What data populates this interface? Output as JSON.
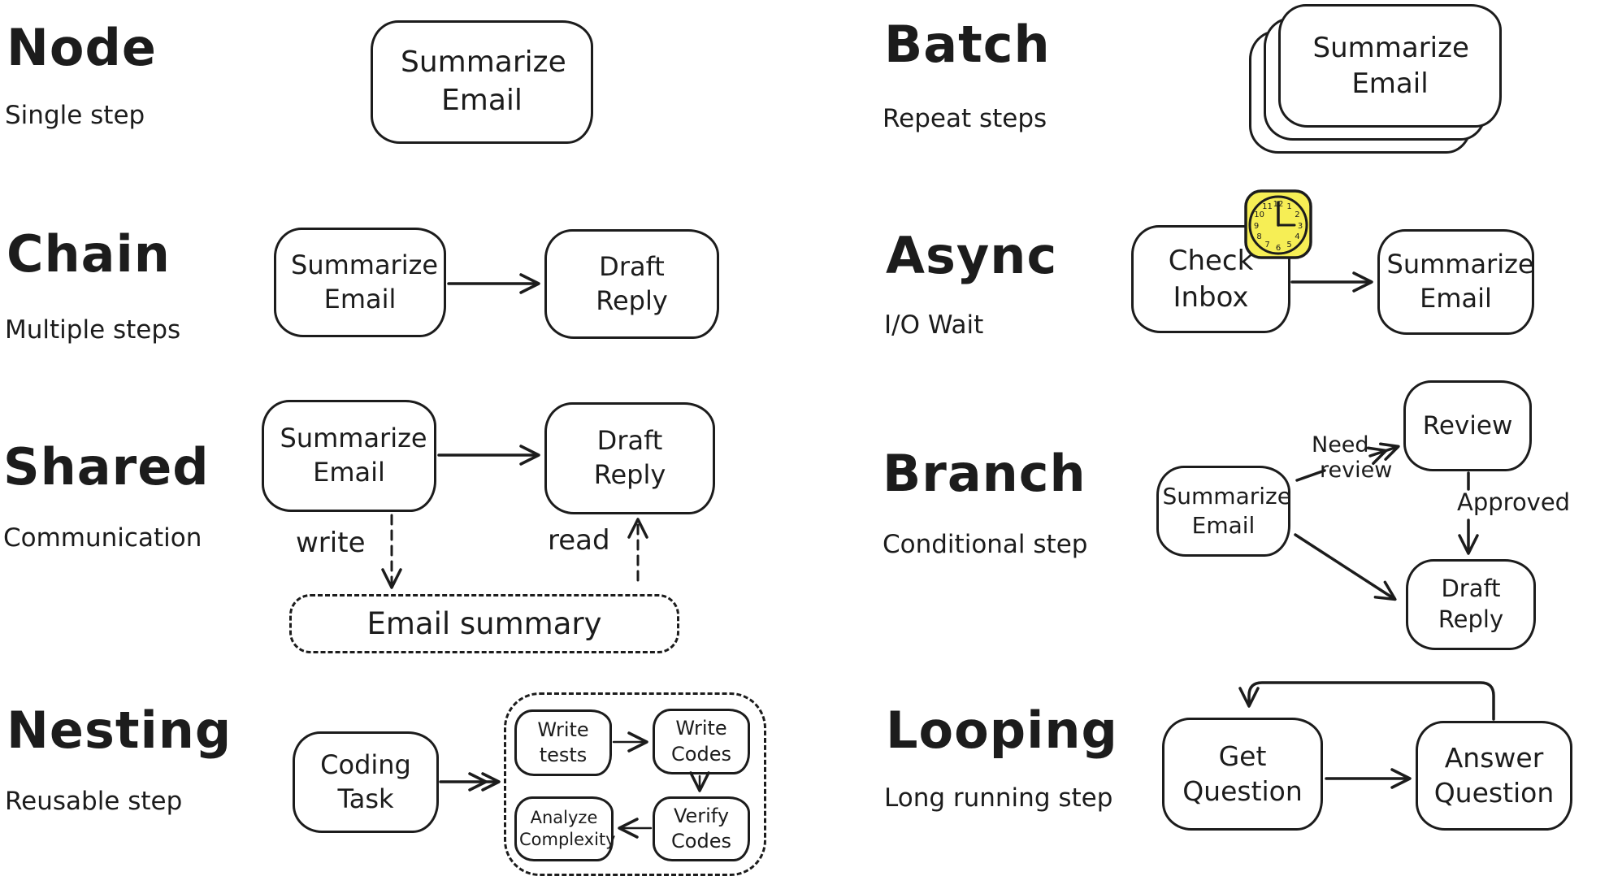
{
  "colors": {
    "stroke": "#1c1c1c",
    "background": "#ffffff",
    "clock_fill": "#f6ee55"
  },
  "sections": {
    "node": {
      "title": "Node",
      "subtitle": "Single step",
      "box": "Summarize Email"
    },
    "chain": {
      "title": "Chain",
      "subtitle": "Multiple steps",
      "boxes": [
        "Summarize Email",
        "Draft Reply"
      ]
    },
    "shared": {
      "title": "Shared",
      "subtitle": "Communication",
      "boxes": [
        "Summarize Email",
        "Draft Reply"
      ],
      "write_label": "write",
      "read_label": "read",
      "store_label": "Email summary"
    },
    "nesting": {
      "title": "Nesting",
      "subtitle": "Reusable step",
      "task_box": "Coding Task",
      "inner_boxes": [
        "Write tests",
        "Write Codes",
        "Analyze Complexity",
        "Verify Codes"
      ]
    },
    "batch": {
      "title": "Batch",
      "subtitle": "Repeat steps",
      "box": "Summarize Email"
    },
    "async": {
      "title": "Async",
      "subtitle": "I/O Wait",
      "boxes": [
        "Check Inbox",
        "Summarize Email"
      ],
      "clock_numbers": [
        "12",
        "1",
        "2",
        "3",
        "4",
        "5",
        "6",
        "7",
        "8",
        "9",
        "10",
        "11"
      ]
    },
    "branch": {
      "title": "Branch",
      "subtitle": "Conditional step",
      "source_box": "Summarize Email",
      "review_box": "Review",
      "reply_box": "Draft Reply",
      "need_review_line1": "Need",
      "need_review_line2": "review",
      "approved_label": "Approved"
    },
    "looping": {
      "title": "Looping",
      "subtitle": "Long running step",
      "boxes": [
        "Get Question",
        "Answer Question"
      ]
    }
  }
}
